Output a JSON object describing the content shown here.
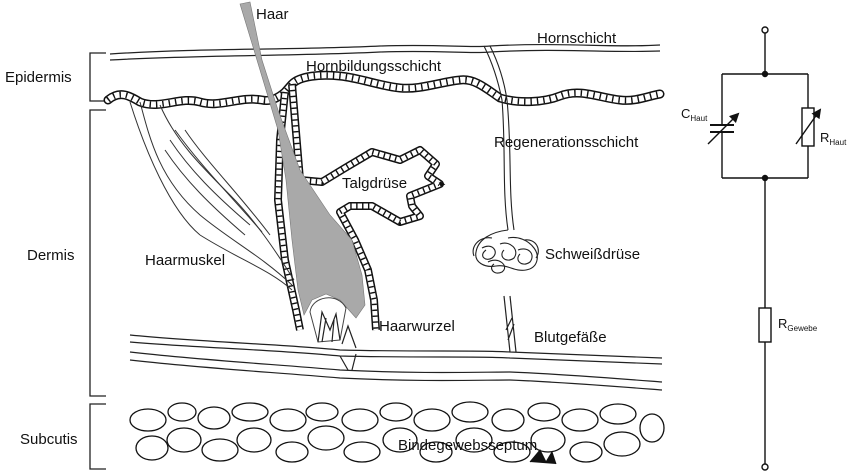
{
  "layers": {
    "epidermis": "Epidermis",
    "dermis": "Dermis",
    "subcutis": "Subcutis"
  },
  "labels": {
    "haar": "Haar",
    "hornschicht": "Hornschicht",
    "hornbildungsschicht": "Hornbildungsschicht",
    "regenerationsschicht": "Regenerationsschicht",
    "talgdruese": "Talgdrüse",
    "haarmuskel": "Haarmuskel",
    "schweissdruese": "Schweißdrüse",
    "haarwurzel": "Haarwurzel",
    "blutgefaesse": "Blutgefäße",
    "bindegewebsseptum": "Bindegewebsseptum"
  },
  "circuit": {
    "c_haut": {
      "main": "C",
      "sub": "Haut"
    },
    "r_haut": {
      "main": "R",
      "sub": "Haut"
    },
    "r_gewebe": {
      "main": "R",
      "sub": "Gewebe"
    }
  }
}
